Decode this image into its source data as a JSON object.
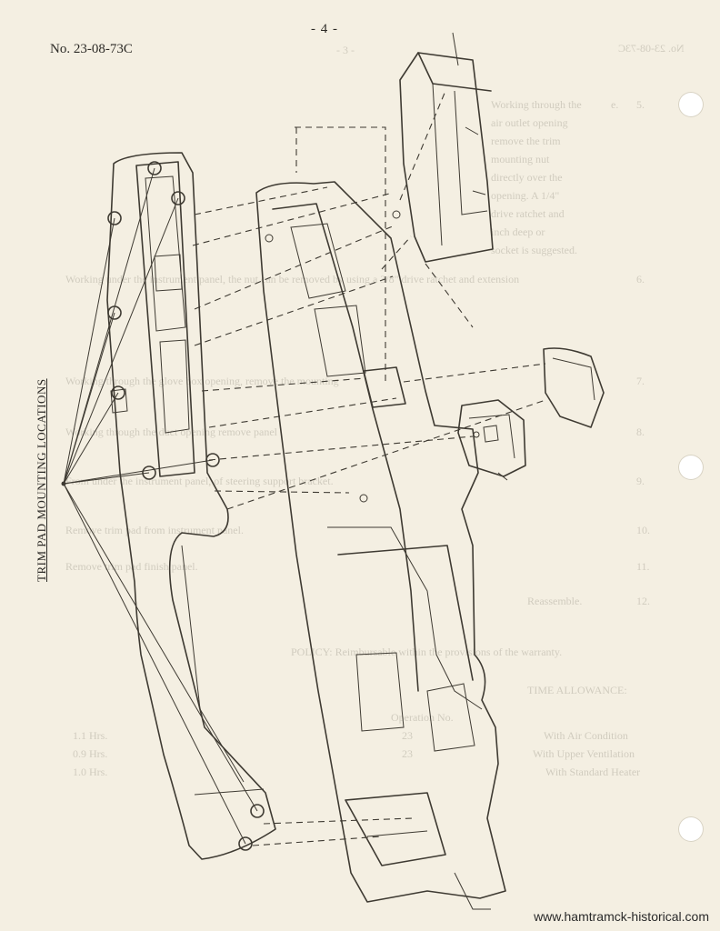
{
  "header": {
    "page_number": "- 4 -",
    "document_number": "No. 23-08-73C"
  },
  "side_title": "TRIM PAD MOUNTING LOCATIONS",
  "bleed_through": {
    "document_number": "No. 23-08-73C",
    "page_number": "- 3 -",
    "steps": [
      {
        "num": "5.",
        "letter": "e.",
        "text": "Working through the"
      },
      {
        "num": "",
        "letter": "",
        "text": "air outlet opening"
      },
      {
        "num": "",
        "letter": "",
        "text": "remove the trim"
      },
      {
        "num": "",
        "letter": "",
        "text": "mounting nut"
      },
      {
        "num": "",
        "letter": "",
        "text": "directly over the"
      },
      {
        "num": "",
        "letter": "",
        "text": "opening. A 1/4\""
      },
      {
        "num": "",
        "letter": "",
        "text": "drive ratchet and"
      },
      {
        "num": "",
        "letter": "",
        "text": "inch deep or"
      },
      {
        "num": "",
        "letter": "",
        "text": "socket is suggested."
      }
    ],
    "paragraphs": [
      {
        "num": "6.",
        "text": "Working under the instrument panel, the nut can be removed by using a 3/8\" drive ratchet and extension"
      },
      {
        "num": "7.",
        "text": "Working through the glove box opening, remove the mounting"
      },
      {
        "num": "8.",
        "text": "Working through the duct opening remove panel"
      },
      {
        "num": "9.",
        "text": "From under the instrument panel, of steering support bracket."
      },
      {
        "num": "10.",
        "text": "Remove trim pad from instrument panel."
      },
      {
        "num": "11.",
        "text": "Remove trim pad finish panel."
      },
      {
        "num": "12.",
        "text": "Reassemble."
      }
    ],
    "policy": "POLICY:  Reimbursable within the provisions of the warranty.",
    "time_allowance": "TIME ALLOWANCE:",
    "operation_label": "Operation No.",
    "allowances": [
      {
        "label": "With Air Condition",
        "code": "23",
        "hours": "1.1 Hrs."
      },
      {
        "label": "With Upper Ventilation",
        "code": "23",
        "hours": "0.9 Hrs."
      },
      {
        "label": "With Standard Heater",
        "code": "",
        "hours": "1.0 Hrs."
      }
    ]
  },
  "watermark": "www.hamtramck-historical.com"
}
